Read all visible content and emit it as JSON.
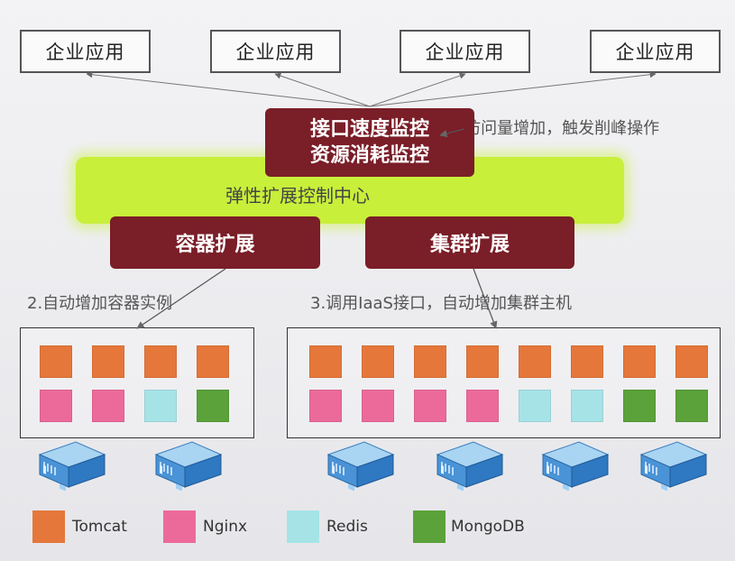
{
  "apps": [
    {
      "label": "企业应用"
    },
    {
      "label": "企业应用"
    },
    {
      "label": "企业应用"
    },
    {
      "label": "企业应用"
    }
  ],
  "monitor": {
    "line1": "接口速度监控",
    "line2": "资源消耗监控"
  },
  "note1": "1.访问量增加，触发削峰操作",
  "control_center": "弹性扩展控制中心",
  "container_expand": "容器扩展",
  "cluster_expand": "集群扩展",
  "note2": "2.自动增加容器实例",
  "note3": "3.调用IaaS接口，自动增加集群主机",
  "colors": {
    "tomcat": "#e5773b",
    "nginx": "#ec6a9a",
    "redis": "#a6e3e6",
    "mongodb": "#5ba23a",
    "box_dark": "#7a1e28",
    "control_bar": "#c8ef3a"
  },
  "left_group": {
    "rows": [
      [
        "tomcat",
        "tomcat",
        "tomcat",
        "tomcat"
      ],
      [
        "nginx",
        "nginx",
        "redis",
        "mongodb"
      ]
    ],
    "server_icon": "server-icon"
  },
  "right_group": {
    "rows": [
      [
        "tomcat",
        "tomcat",
        "tomcat",
        "tomcat",
        "tomcat",
        "tomcat",
        "tomcat",
        "tomcat"
      ],
      [
        "nginx",
        "nginx",
        "nginx",
        "nginx",
        "redis",
        "redis",
        "mongodb",
        "mongodb"
      ]
    ],
    "server_icon": "server-icon"
  },
  "legend": [
    {
      "key": "tomcat",
      "label": "Tomcat"
    },
    {
      "key": "nginx",
      "label": "Nginx"
    },
    {
      "key": "redis",
      "label": "Redis"
    },
    {
      "key": "mongodb",
      "label": "MongoDB"
    }
  ]
}
